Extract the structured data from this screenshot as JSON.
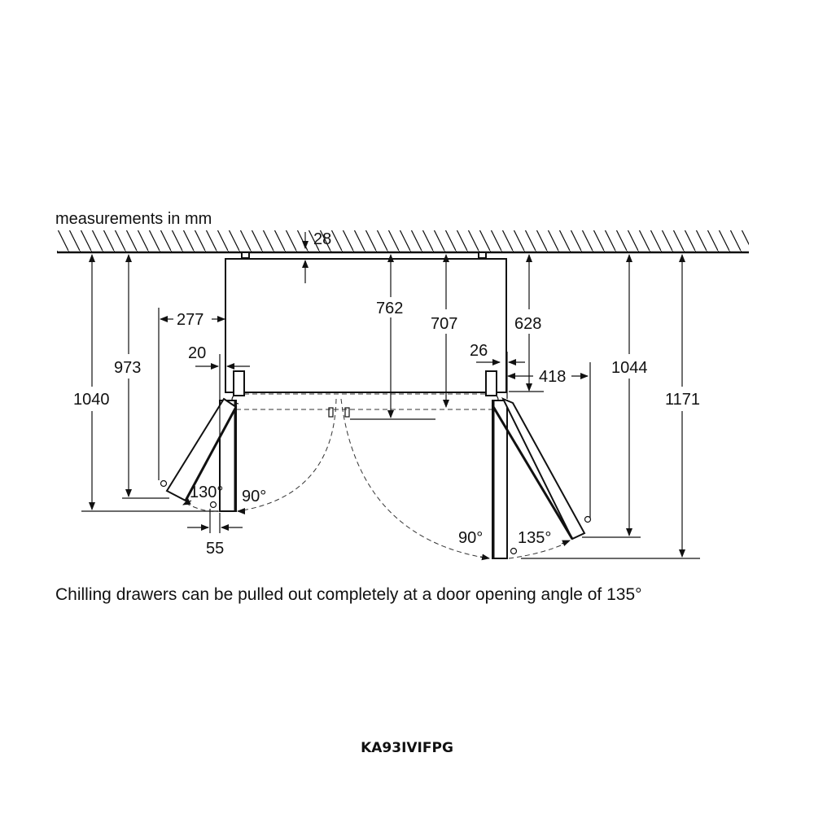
{
  "header": {
    "units_note": "measurements in mm"
  },
  "dimensions": {
    "wall_gap": "28",
    "depth_762": "762",
    "depth_707": "707",
    "depth_628": "628",
    "depth_1044": "1044",
    "depth_1171": "1171",
    "depth_1040": "1040",
    "depth_973": "973",
    "side_277": "277",
    "side_20": "20",
    "side_26": "26",
    "side_418": "418",
    "side_55": "55"
  },
  "angles": {
    "left_open": "130°",
    "left_90": "90°",
    "right_90": "90°",
    "right_open": "135°"
  },
  "caption": "Chilling drawers can be pulled out completely at a door opening angle of 135°",
  "model": "KA93IVIFPG"
}
